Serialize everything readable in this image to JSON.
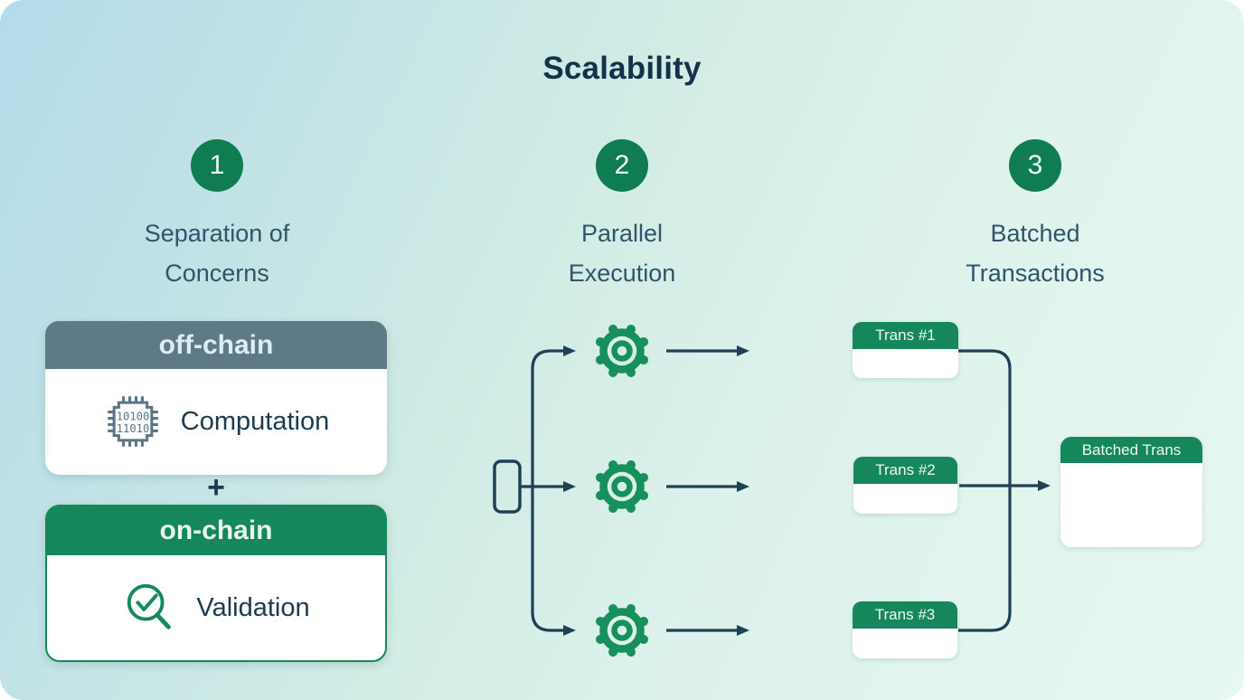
{
  "title": "Scalability",
  "steps": [
    {
      "number": "1",
      "line1": "Separation of",
      "line2": "Concerns"
    },
    {
      "number": "2",
      "line1": "Parallel",
      "line2": "Execution"
    },
    {
      "number": "3",
      "line1": "Batched",
      "line2": "Transactions"
    }
  ],
  "separation": {
    "offchain": {
      "header": "off-chain",
      "label": "Computation",
      "chip_line1": "10100",
      "chip_line2": "11010"
    },
    "plus": "+",
    "onchain": {
      "header": "on-chain",
      "label": "Validation"
    }
  },
  "batching": {
    "trans1": "Trans #1",
    "trans2": "Trans #2",
    "trans3": "Trans #3",
    "batched": "Batched Trans"
  },
  "icons": {
    "chip": "chip-icon",
    "magnifier_check": "magnifier-check-icon",
    "gear": "gear-icon"
  },
  "colors": {
    "background_gradient_start": "#b3dbe9",
    "background_gradient_end": "#e7f7f1",
    "green_header": "#16875a",
    "green_circle": "#0f7d51",
    "green_gear": "#18905c",
    "gray_header": "#5f7a87",
    "navy_text": "#1c3a4e",
    "slate_text": "#2e5569",
    "title_text": "#13314a",
    "line": "#1f4156",
    "chip_icon": "#5b7585",
    "card_background": "#ffffff"
  }
}
